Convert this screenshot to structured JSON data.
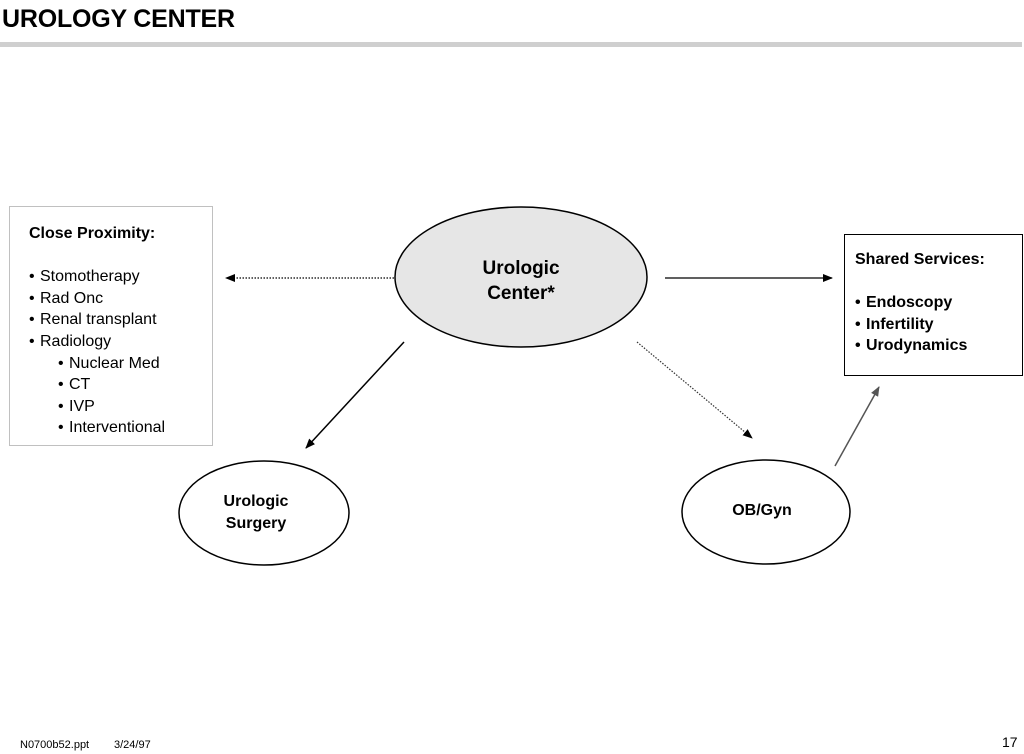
{
  "header": {
    "title": "UROLOGY CENTER"
  },
  "nodes": {
    "center": {
      "line1": "Urologic",
      "line2": "Center*"
    },
    "surgery": {
      "line1": "Urologic",
      "line2": "Surgery"
    },
    "obgyn": {
      "label": "OB/Gyn"
    }
  },
  "close_proximity": {
    "heading": "Close Proximity:",
    "items": [
      "Stomotherapy",
      "Rad Onc",
      "Renal transplant",
      "Radiology"
    ],
    "radiology_subitems": [
      "Nuclear Med",
      "CT",
      "IVP",
      "Interventional"
    ]
  },
  "shared_services": {
    "heading": "Shared Services:",
    "items": [
      "Endoscopy",
      "Infertility",
      "Urodynamics"
    ]
  },
  "footer": {
    "file": "N0700b52.ppt",
    "date": "3/24/97",
    "page_number": "17"
  },
  "colors": {
    "center_fill": "#e6e6e6",
    "title_rule": "#cfcfcf",
    "proximity_border": "#c0c0c0"
  }
}
